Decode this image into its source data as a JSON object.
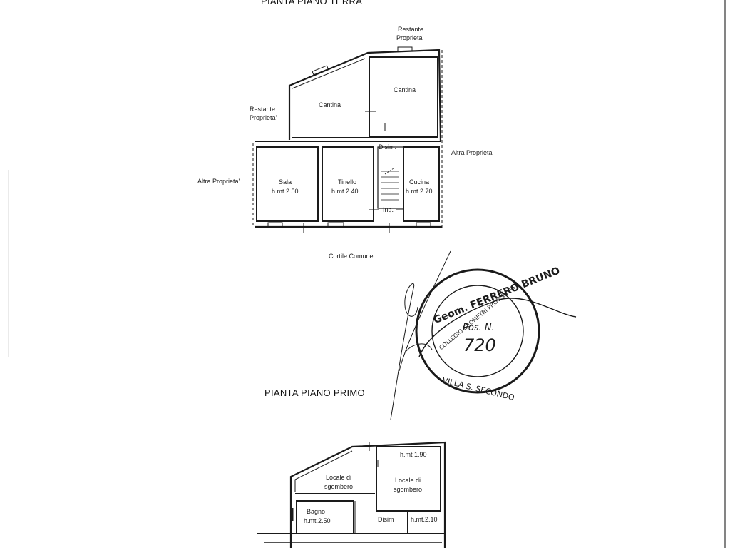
{
  "sheet": {
    "title_ground": "PIANTA PIANO TERRA",
    "title_first": "PIANTA PIANO PRIMO"
  },
  "ground_floor": {
    "restante_top_l1": "Restante",
    "restante_top_l2": "Proprieta'",
    "restante_left_l1": "Restante",
    "restante_left_l2": "Proprieta'",
    "altra_left": "Altra Proprieta'",
    "altra_right": "Altra Proprieta'",
    "cantina_a": "Cantina",
    "cantina_b": "Cantina",
    "disim": "Disim.",
    "sala": "Sala",
    "sala_h": "h.mt.2.50",
    "tinello": "Tinello",
    "tinello_h": "h.mt.2.40",
    "cucina": "Cucina",
    "cucina_h": "h.mt.2.70",
    "ing": "Ing.",
    "cortile": "Cortile Comune"
  },
  "first_floor": {
    "h_top": "h.mt 1.90",
    "locale_a_l1": "Locale di",
    "locale_a_l2": "sgombero",
    "locale_b_l1": "Locale di",
    "locale_b_l2": "sgombero",
    "bagno": "Bagno",
    "bagno_h": "h.mt.2.50",
    "disim": "Disim",
    "h_right": "h.mt.2.10"
  },
  "stamp": {
    "ring_text": "Geom. FERRERO BRUNO",
    "inner_ring_text": "COLLEGIO GEOMETRI PROV. DI ASTI",
    "bottom_text": "VILLA S. SECONDO",
    "pos_label": "Pos. N.",
    "number": "720"
  }
}
